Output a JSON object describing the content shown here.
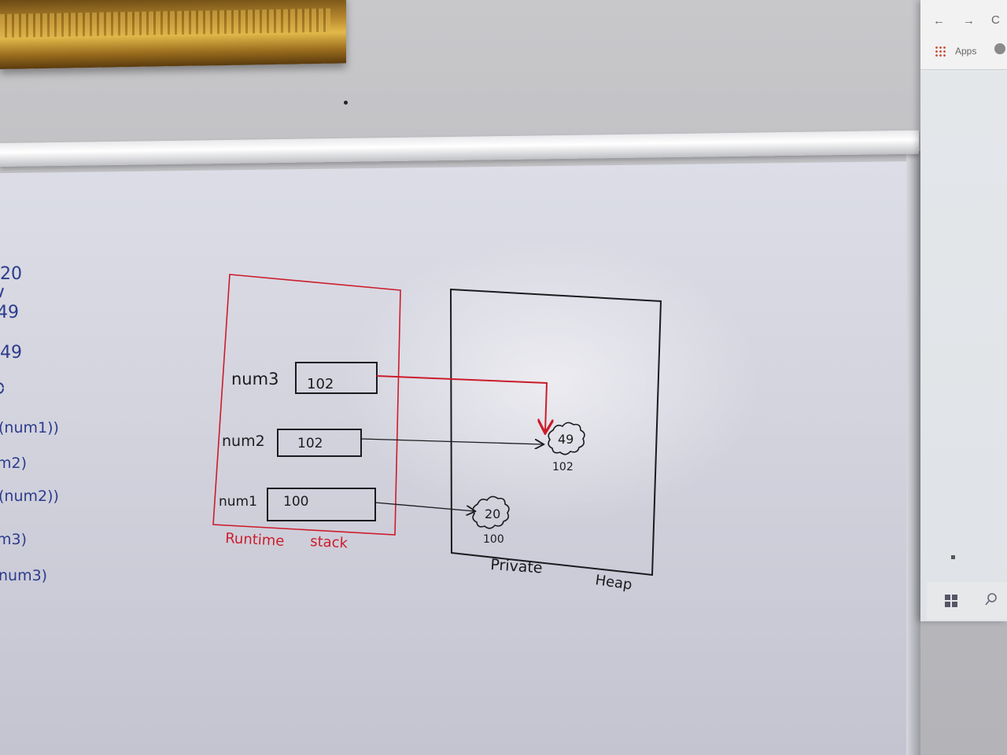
{
  "browser": {
    "back_glyph": "←",
    "forward_glyph": "→",
    "reload_glyph": "C",
    "apps_label": "Apps"
  },
  "left_notes": [
    "20",
    "49",
    "49",
    "(num1))",
    "m2)",
    "(num2))",
    "m3)",
    "num3)"
  ],
  "diagram": {
    "stack_caption_1": "Runtime",
    "stack_caption_2": "stack",
    "heap_caption_1": "Private",
    "heap_caption_2": "Heap",
    "variables": [
      {
        "name": "num3",
        "value": "102"
      },
      {
        "name": "num2",
        "value": "102"
      },
      {
        "name": "num1",
        "value": "100"
      }
    ],
    "heap_objects": [
      {
        "value": "49",
        "address": "102"
      },
      {
        "value": "20",
        "address": "100"
      }
    ]
  },
  "colors": {
    "marker_black": "#1b1b1f",
    "marker_red": "#cc1c2a",
    "marker_blue": "#2c3c8c"
  },
  "icons": [
    "apps-grid-icon",
    "windows-start-icon",
    "search-icon"
  ]
}
